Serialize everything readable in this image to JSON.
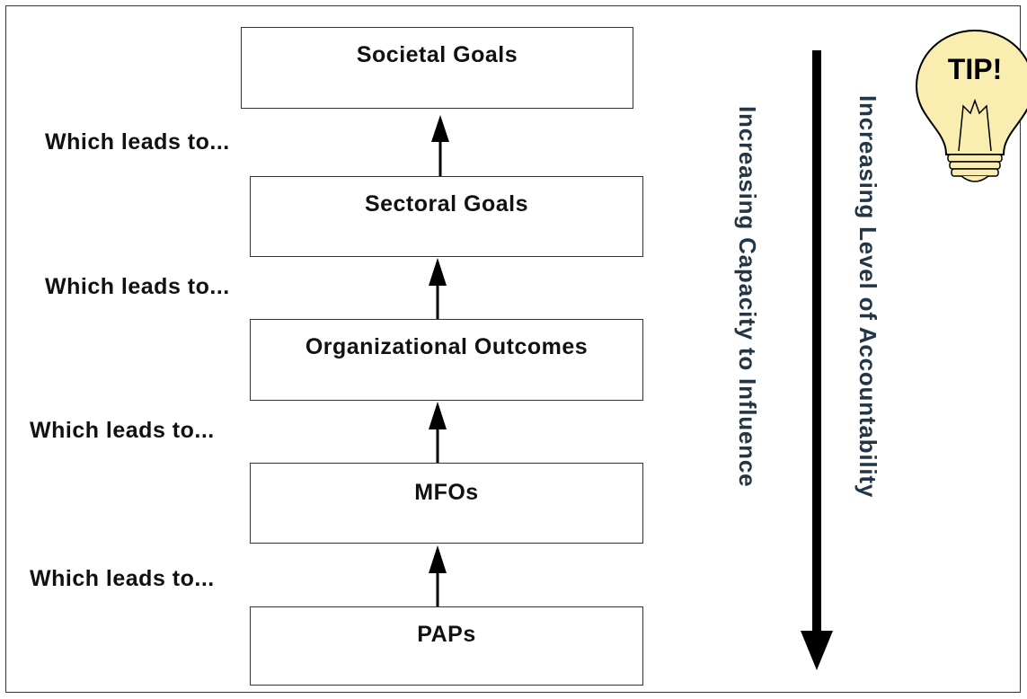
{
  "diagram": {
    "boxes": [
      {
        "label": "Societal Goals"
      },
      {
        "label": "Sectoral Goals"
      },
      {
        "label": "Organizational Outcomes"
      },
      {
        "label": "MFOs"
      },
      {
        "label": "PAPs"
      }
    ],
    "leads_to_label": "Which leads to...",
    "capacity_label": "Increasing Capacity to Influence",
    "accountability_label": "Increasing Level of Accountability",
    "tip_label": "TIP!"
  },
  "colors": {
    "vertical_text": "#233646",
    "bulb_fill": "#f9eeb0",
    "line": "#000000"
  }
}
